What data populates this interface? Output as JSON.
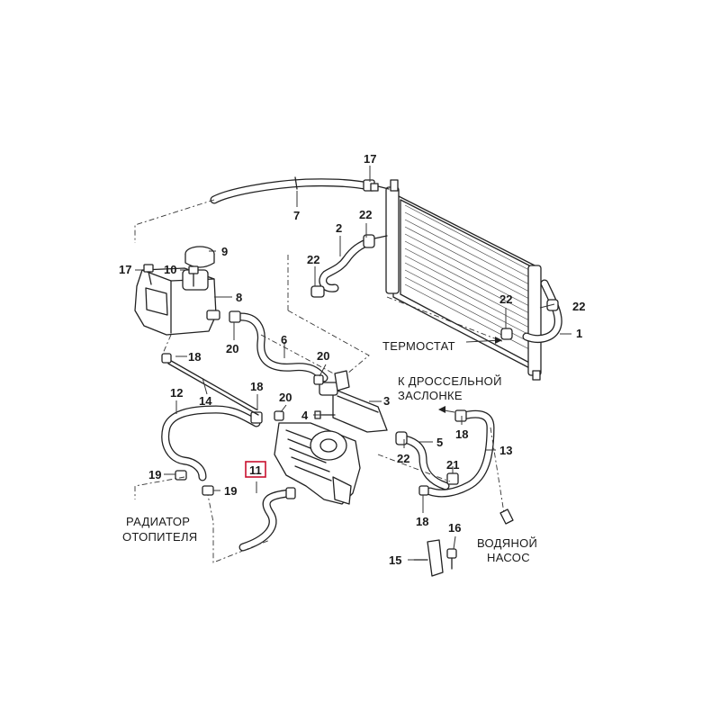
{
  "callouts": {
    "c1": "1",
    "c2": "2",
    "c3": "3",
    "c4": "4",
    "c5": "5",
    "c6": "6",
    "c7": "7",
    "c8": "8",
    "c9": "9",
    "c10": "10",
    "c11": "11",
    "c12": "12",
    "c13": "13",
    "c14": "14",
    "c15": "15",
    "c16": "16",
    "c17_top": "17",
    "c17_left": "17",
    "c18_a": "18",
    "c18_b": "18",
    "c18_c": "18",
    "c18_d": "18",
    "c19_a": "19",
    "c19_b": "19",
    "c20_a": "20",
    "c20_b": "20",
    "c20_c": "20",
    "c21": "21",
    "c22_a": "22",
    "c22_b": "22",
    "c22_c": "22",
    "c22_d": "22",
    "c22_e": "22"
  },
  "labels": {
    "thermostat": "ТЕРМОСТАТ",
    "throttle_line1": "К ДРОССЕЛЬНОЙ",
    "throttle_line2": "ЗАСЛОНКЕ",
    "heater_line1": "РАДИАТОР",
    "heater_line2": "ОТОПИТЕЛЯ",
    "pump_line1": "ВОДЯНОЙ",
    "pump_line2": "НАСОС"
  },
  "highlighted_part": "11",
  "colors": {
    "highlight": "#c8102e",
    "line": "#222222"
  }
}
